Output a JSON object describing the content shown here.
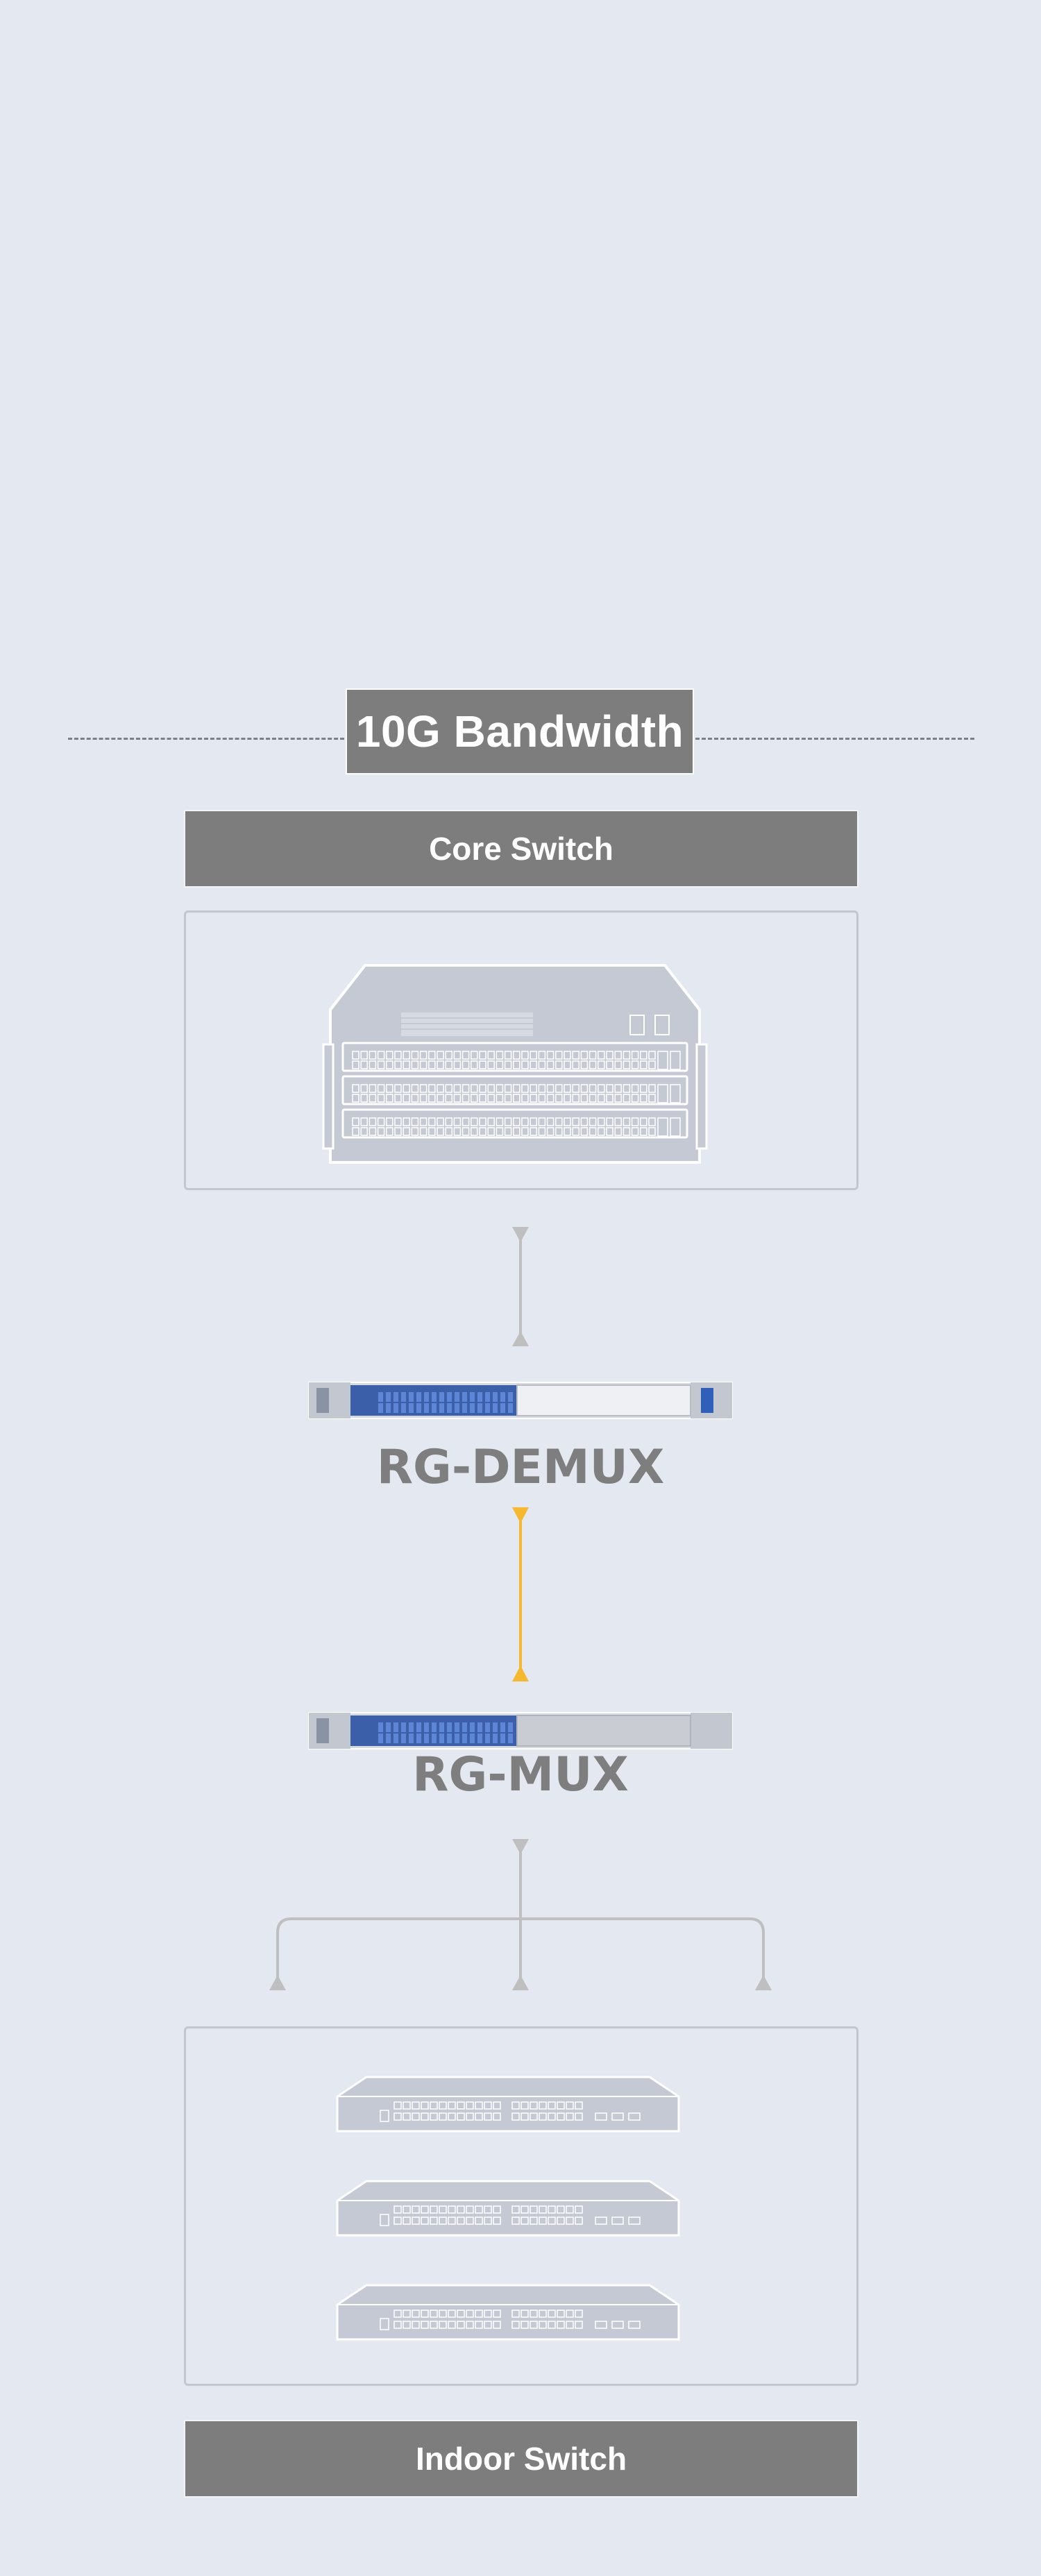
{
  "bandwidth_badge": "10G Bandwidth",
  "core_switch_label": "Core Switch",
  "demux_label": "RG-DEMUX",
  "mux_label": "RG-MUX",
  "indoor_switch_label": "Indoor Switch",
  "colors": {
    "background": "#e4e8f1",
    "header_gray": "#7d7d7d",
    "device_gray": "#c5c9d4",
    "link_gray": "#bfbfbf",
    "link_yellow": "#f5b82e",
    "port_blue": "#2f5fb8"
  }
}
